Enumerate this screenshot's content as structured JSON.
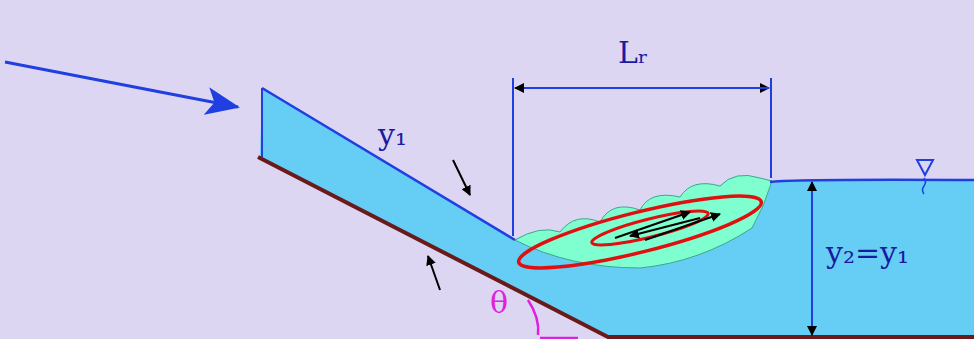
{
  "diagram": {
    "labels": [
      "Lᵣ",
      "y₁",
      "y₂=y₁",
      "θ"
    ]
  }
}
